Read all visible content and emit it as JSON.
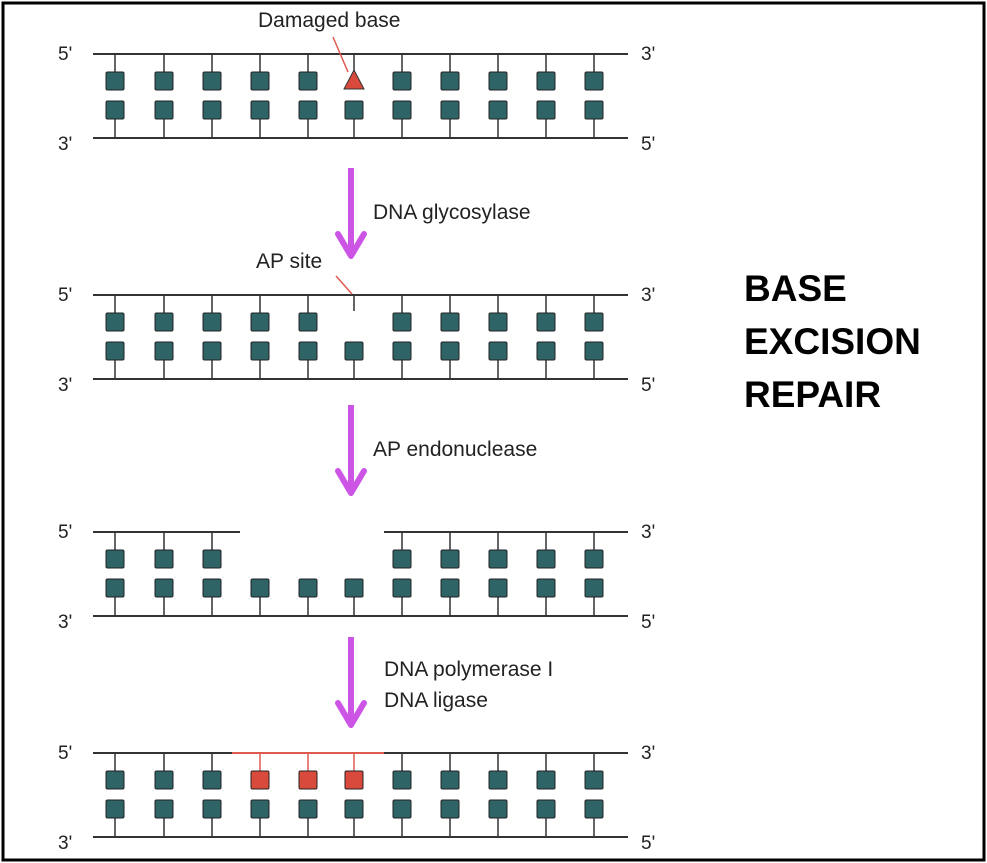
{
  "title_lines": [
    "BASE",
    "EXCISION",
    "REPAIR"
  ],
  "end_labels": {
    "five_prime": "5'",
    "three_prime": "3'"
  },
  "annotations": {
    "damaged_base": "Damaged base",
    "ap_site": "AP site"
  },
  "steps": [
    {
      "enzyme_lines": [
        "DNA glycosylase"
      ]
    },
    {
      "enzyme_lines": [
        "AP endonuclease"
      ]
    },
    {
      "enzyme_lines": [
        "DNA polymerase I",
        "DNA ligase"
      ]
    }
  ],
  "colors": {
    "base": "#2f6466",
    "repaired_base": "#d94a3c",
    "damaged_base": "#d94a3c",
    "arrow": "#cc55e6",
    "backbone": "#333333",
    "new_backbone": "#e05a50",
    "frame": "#000000"
  },
  "strand_states": [
    {
      "stage": "damaged",
      "top": [
        "normal",
        "normal",
        "normal",
        "normal",
        "normal",
        "damaged",
        "normal",
        "normal",
        "normal",
        "normal",
        "normal"
      ],
      "bottom": [
        "normal",
        "normal",
        "normal",
        "normal",
        "normal",
        "normal",
        "normal",
        "normal",
        "normal",
        "normal",
        "normal"
      ],
      "top_gap": []
    },
    {
      "stage": "ap-site",
      "top": [
        "normal",
        "normal",
        "normal",
        "normal",
        "normal",
        "missing",
        "normal",
        "normal",
        "normal",
        "normal",
        "normal"
      ],
      "bottom": [
        "normal",
        "normal",
        "normal",
        "normal",
        "normal",
        "normal",
        "normal",
        "normal",
        "normal",
        "normal",
        "normal"
      ],
      "top_gap": []
    },
    {
      "stage": "excised",
      "top": [
        "normal",
        "normal",
        "normal",
        "missing",
        "missing",
        "missing",
        "normal",
        "normal",
        "normal",
        "normal",
        "normal"
      ],
      "bottom": [
        "normal",
        "normal",
        "normal",
        "normal",
        "normal",
        "normal",
        "normal",
        "normal",
        "normal",
        "normal",
        "normal"
      ],
      "top_gap": [
        3,
        5
      ]
    },
    {
      "stage": "repaired",
      "top": [
        "normal",
        "normal",
        "normal",
        "repaired",
        "repaired",
        "repaired",
        "normal",
        "normal",
        "normal",
        "normal",
        "normal"
      ],
      "bottom": [
        "normal",
        "normal",
        "normal",
        "normal",
        "normal",
        "normal",
        "normal",
        "normal",
        "normal",
        "normal",
        "normal"
      ],
      "top_gap": [],
      "new_segment": [
        3,
        5
      ]
    }
  ]
}
